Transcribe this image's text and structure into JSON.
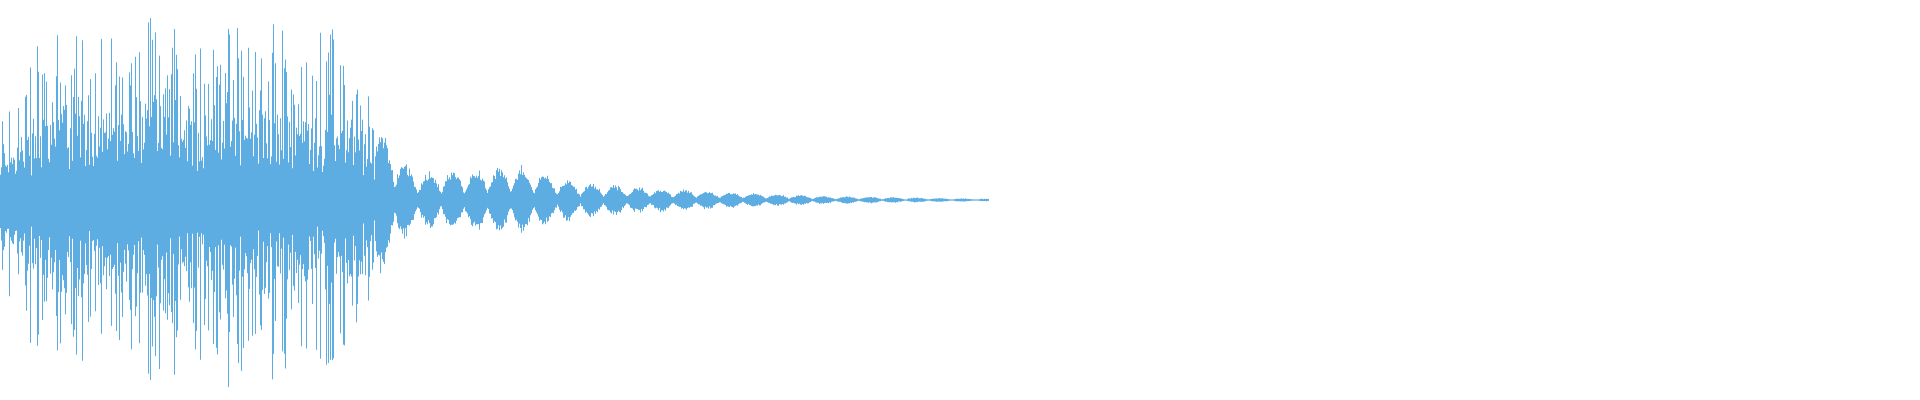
{
  "waveform": {
    "color": "#5dade2",
    "background": "#ffffff",
    "peak_envelope": [
      {
        "t": 0.0,
        "amp": 0.4
      },
      {
        "t": 0.01,
        "amp": 0.55
      },
      {
        "t": 0.02,
        "amp": 0.78
      },
      {
        "t": 0.04,
        "amp": 0.82
      },
      {
        "t": 0.06,
        "amp": 0.75
      },
      {
        "t": 0.08,
        "amp": 0.85
      },
      {
        "t": 0.1,
        "amp": 0.84
      },
      {
        "t": 0.12,
        "amp": 0.88
      },
      {
        "t": 0.14,
        "amp": 0.83
      },
      {
        "t": 0.16,
        "amp": 0.8
      },
      {
        "t": 0.18,
        "amp": 0.78
      },
      {
        "t": 0.195,
        "amp": 0.42
      },
      {
        "t": 0.205,
        "amp": 0.28
      },
      {
        "t": 0.215,
        "amp": 0.14
      },
      {
        "t": 0.24,
        "amp": 0.15
      },
      {
        "t": 0.27,
        "amp": 0.17
      },
      {
        "t": 0.3,
        "amp": 0.09
      },
      {
        "t": 0.34,
        "amp": 0.06
      },
      {
        "t": 0.38,
        "amp": 0.04
      },
      {
        "t": 0.43,
        "amp": 0.02
      },
      {
        "t": 0.515,
        "amp": 0.006
      }
    ],
    "total_duration_fraction": 1.0
  }
}
